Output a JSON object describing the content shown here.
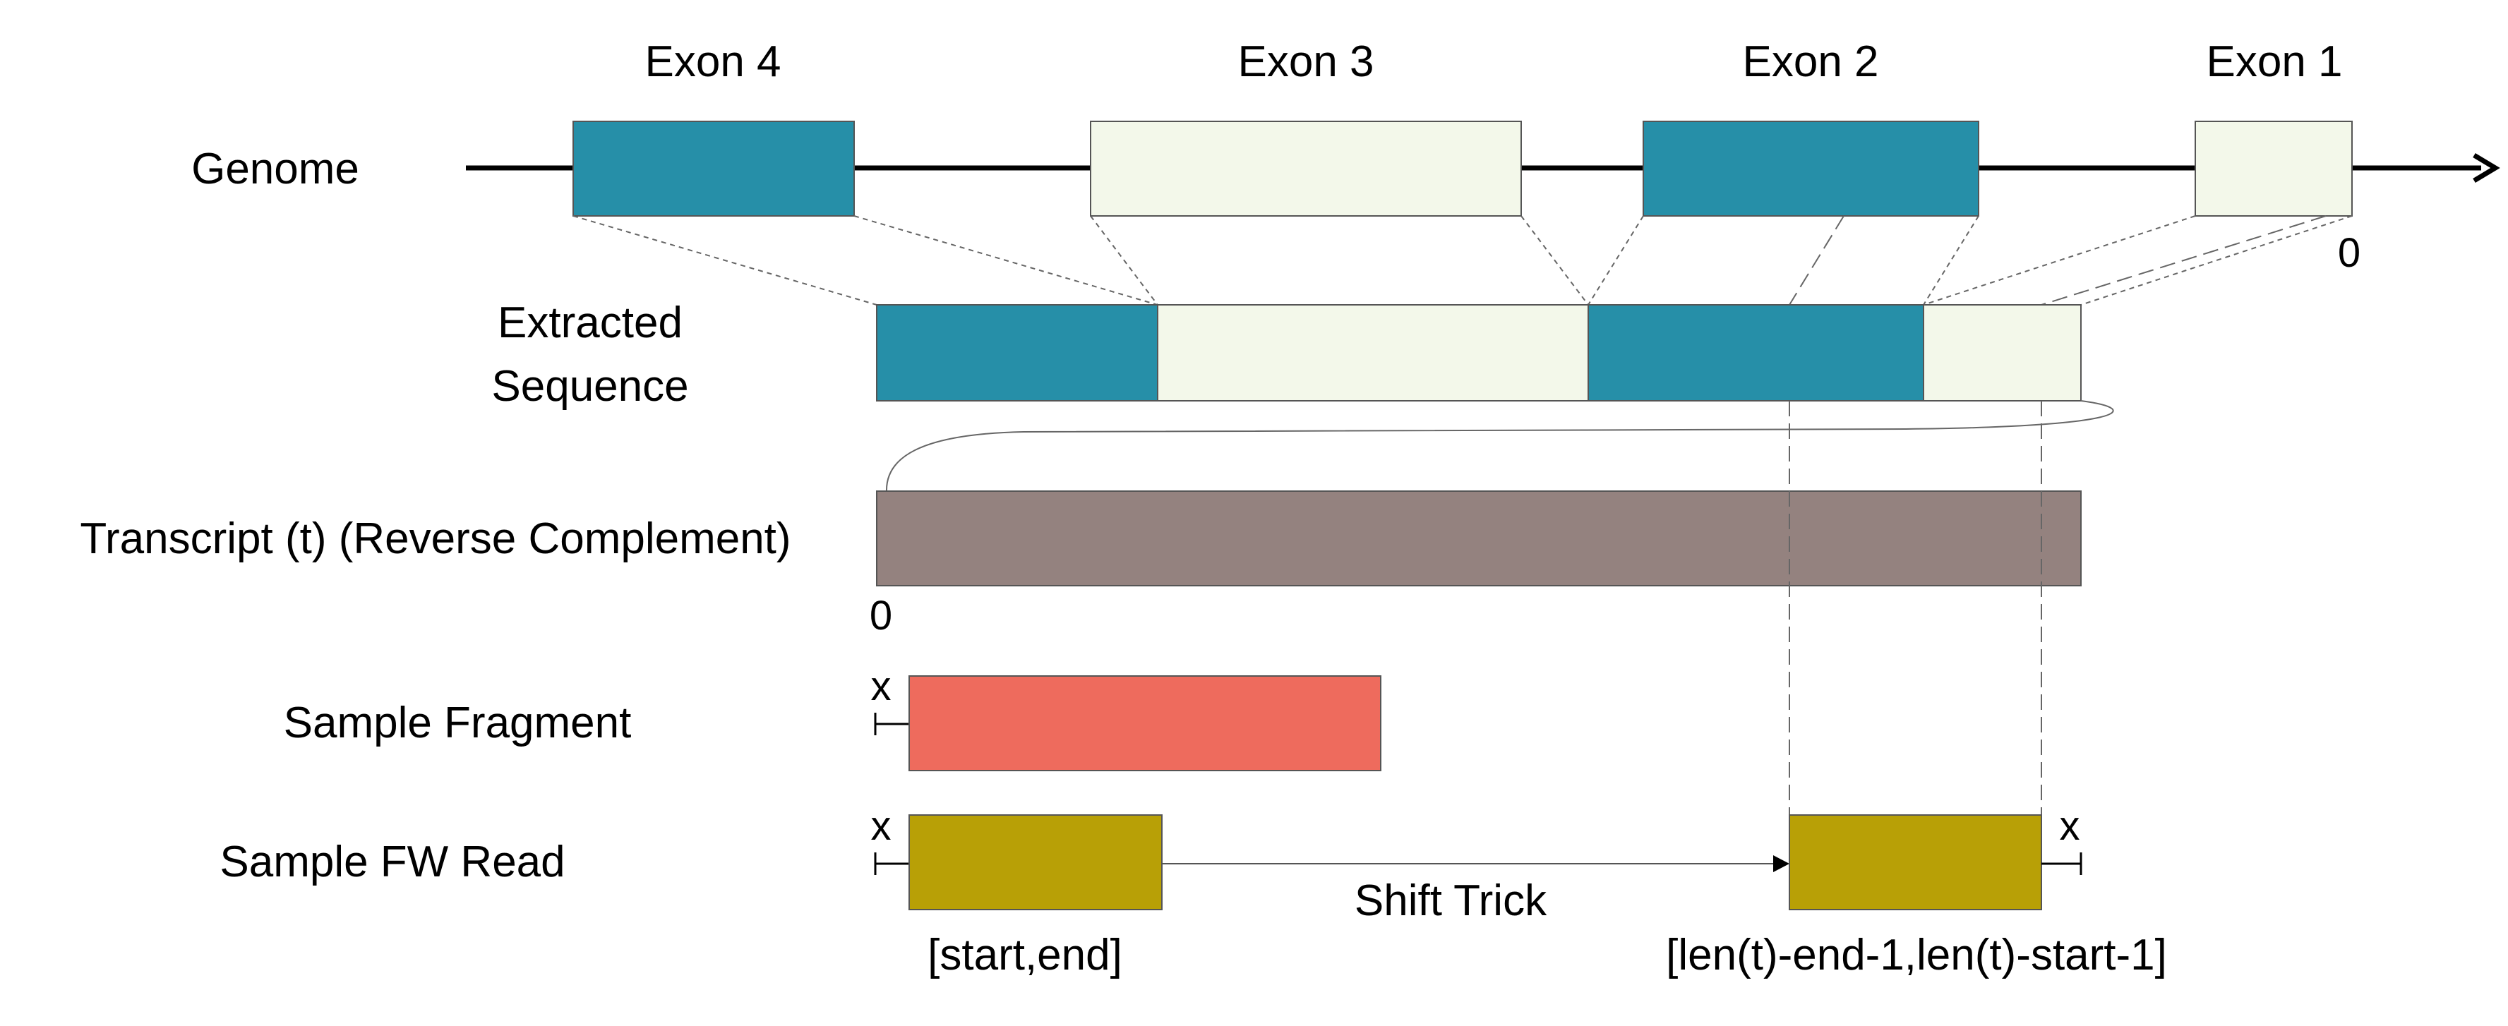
{
  "labels": {
    "genome": "Genome",
    "extracted_line1": "Extracted",
    "extracted_line2": "Sequence",
    "transcript": "Transcript (t) (Reverse Complement)",
    "sample_fragment": "Sample Fragment",
    "sample_fw_read": "Sample FW Read"
  },
  "exons": {
    "exon4": "Exon 4",
    "exon3": "Exon 3",
    "exon2": "Exon 2",
    "exon1": "Exon 1"
  },
  "markers": {
    "genome_zero": "0",
    "transcript_zero": "0",
    "x_fragment": "x",
    "x_read_left": "x",
    "x_read_right": "x"
  },
  "annotations": {
    "shift_trick": "Shift Trick",
    "read_interval": "[start,end]",
    "shifted_interval": "[len(t)-end-1,len(t)-start-1]"
  },
  "colors": {
    "exon_teal": "#268FA8",
    "exon_cream": "#F3F8EA",
    "transcript": "#94827F",
    "fragment": "#EE6B5D",
    "read": "#B8A006"
  }
}
